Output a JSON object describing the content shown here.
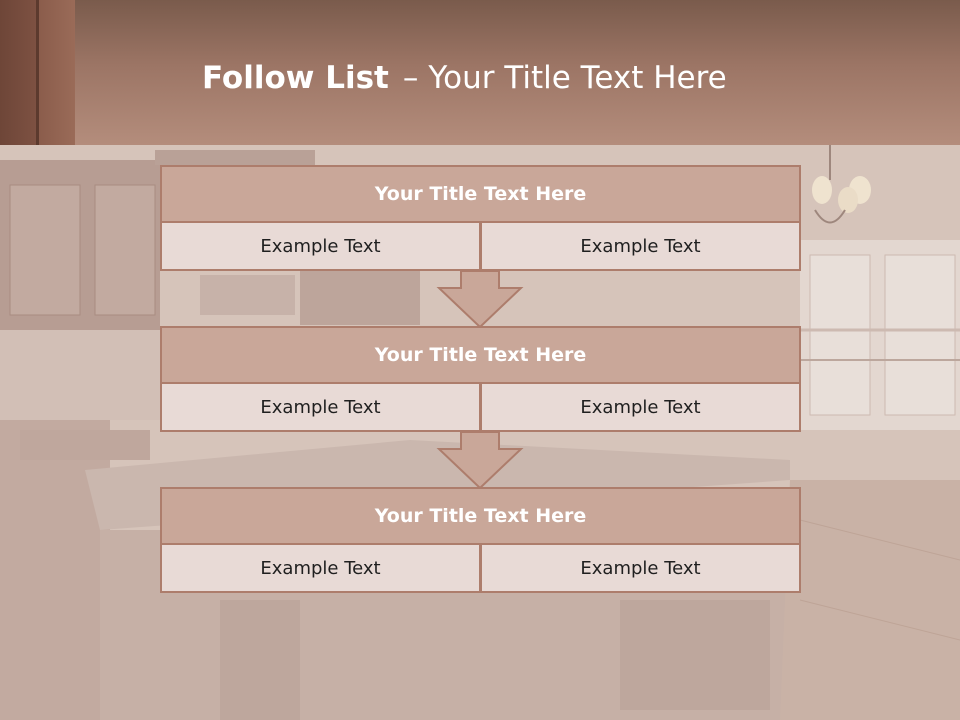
{
  "slide": {
    "title_bold": "Follow List",
    "title_sep": "–",
    "title_rest": "Your Title Text Here"
  },
  "rows": [
    {
      "title": "Your Title Text Here",
      "left": "Example Text",
      "right": "Example Text"
    },
    {
      "title": "Your Title Text Here",
      "left": "Example Text",
      "right": "Example Text"
    },
    {
      "title": "Your Title Text Here",
      "left": "Example Text",
      "right": "Example Text"
    }
  ],
  "colors": {
    "header_band": "#9c7565",
    "title_bar": "#c9a799",
    "cell": "#e8dad6",
    "border": "#ad7d6c",
    "arrow": "#c9a799"
  }
}
